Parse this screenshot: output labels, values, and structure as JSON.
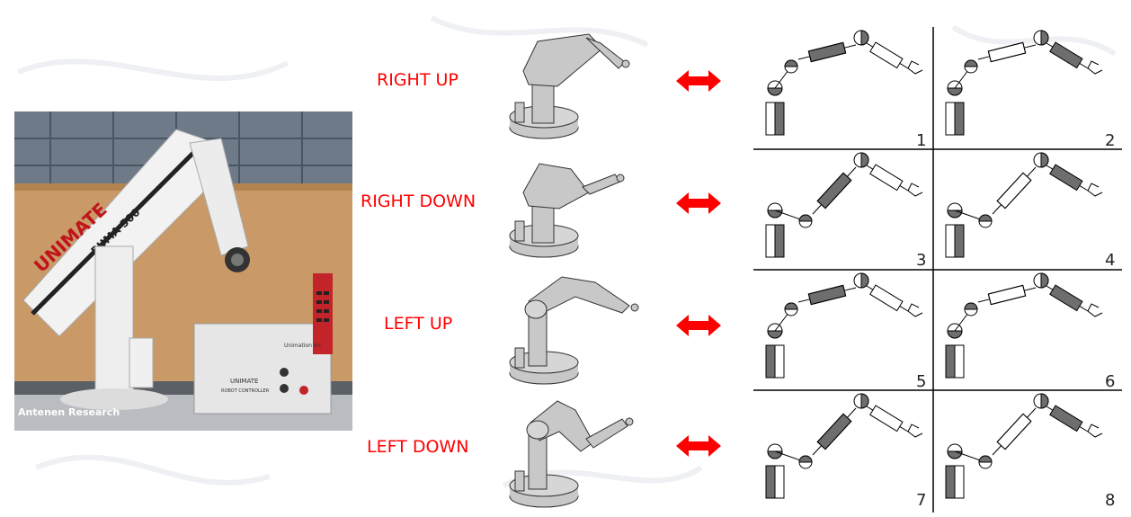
{
  "photo": {
    "credit": "Antenen Research",
    "arm_brand": "UNIMATE",
    "arm_model": "PUMA 500",
    "controller_brand": "UNIMATE",
    "controller_caption": "ROBOT CONTROLLER",
    "tag": "Unimation Inc"
  },
  "configurations": [
    {
      "label": "RIGHT UP"
    },
    {
      "label": "RIGHT DOWN"
    },
    {
      "label": "LEFT UP"
    },
    {
      "label": "LEFT DOWN"
    }
  ],
  "grid_numbers": [
    "1",
    "2",
    "3",
    "4",
    "5",
    "6",
    "7",
    "8"
  ],
  "colors": {
    "label_red": "#ff0000",
    "arrow_red": "#ff0000",
    "arm_gray": "#c8c8c8",
    "link_dark": "#6e6e6e"
  }
}
